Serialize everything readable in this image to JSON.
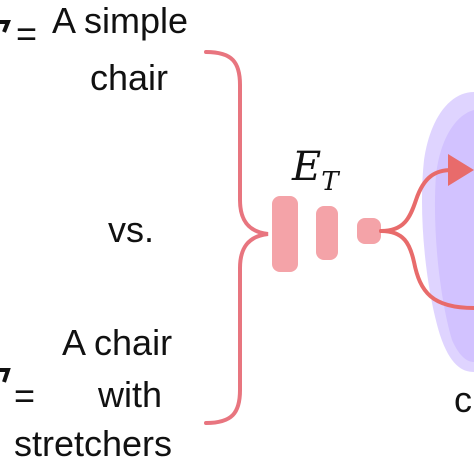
{
  "prompt_a": {
    "prefix": "=",
    "line1": "A simple",
    "line2": "chair"
  },
  "separator": "vs.",
  "prompt_b": {
    "prefix": "=",
    "line1": "A chair",
    "line2": "with",
    "line3": "stretchers"
  },
  "encoder": {
    "symbol": "E",
    "subscript": "T"
  },
  "bottom_glyph": "c",
  "colors": {
    "bracket": "#e8757f",
    "encoder_block": "#f4a3a8",
    "arrow": "#e86b6b",
    "blob": "#c9b3ff",
    "text": "#111111"
  }
}
